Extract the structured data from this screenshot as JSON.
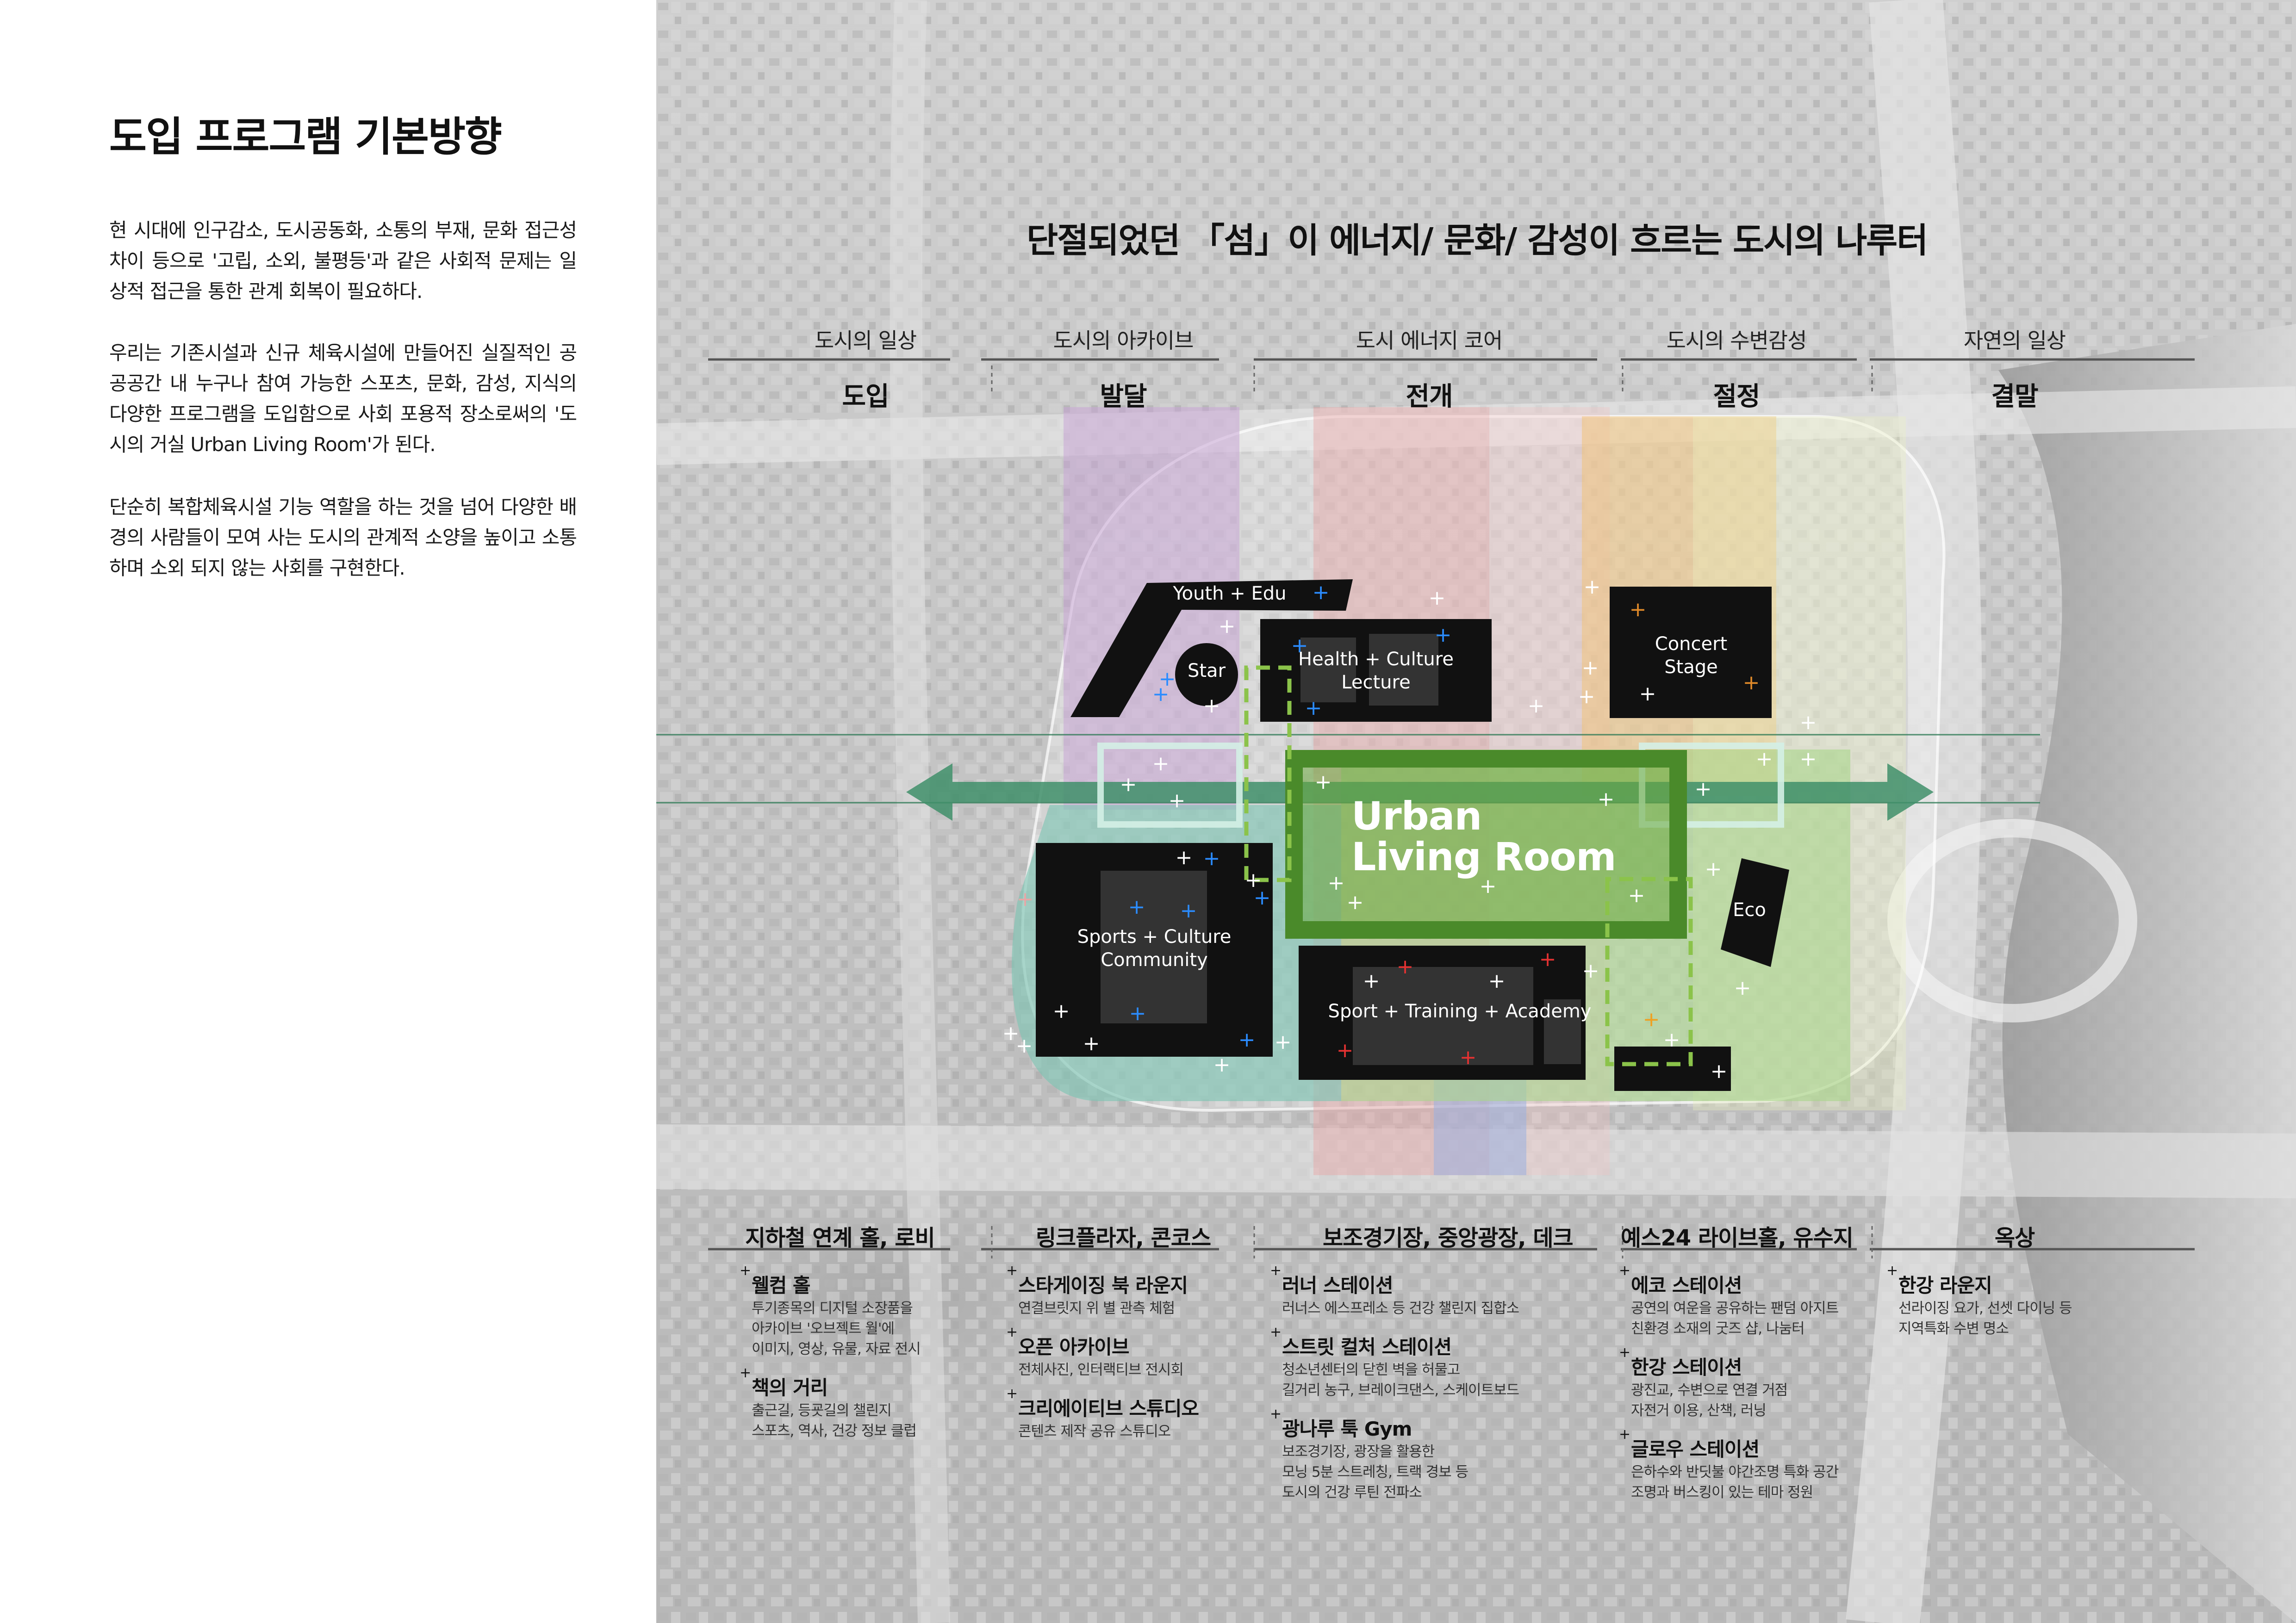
{
  "left": {
    "title": "도입 프로그램 기본방향",
    "paragraphs": [
      "현 시대에 인구감소, 도시공동화, 소통의 부재, 문화 접근성 차이 등으로 '고립, 소외, 불평등'과 같은 사회적 문제는 일상적 접근을 통한 관계 회복이 필요하다.",
      "우리는 기존시설과 신규 체육시설에 만들어진 실질적인 공공공간 내 누구나 참여 가능한 스포츠, 문화, 감성, 지식의 다양한 프로그램을 도입함으로 사회 포용적 장소로써의 '도시의 거실 Urban Living Room'가 된다.",
      "단순히 복합체육시설 기능 역할을 하는 것을 넘어 다양한 배경의 사람들이 모여 사는 도시의 관계적 소양을 높이고 소통하며 소외 되지 않는 사회를 구현한다."
    ]
  },
  "headline": "단절되었던 「섬」이 에너지/ 문화/ 감성이 흐르는 도시의 나루터",
  "phases": [
    {
      "top": "도시의 일상",
      "bottom": "도입"
    },
    {
      "top": "도시의 아카이브",
      "bottom": "발달"
    },
    {
      "top": "도시 에너지 코어",
      "bottom": "전개"
    },
    {
      "top": "도시의 수변감성",
      "bottom": "절정"
    },
    {
      "top": "자연의 일상",
      "bottom": "결말"
    }
  ],
  "buildings": {
    "youth": "Youth + Edu",
    "star": "Star",
    "health": [
      "Health + Culture",
      "Lecture"
    ],
    "concert": [
      "Concert",
      "Stage"
    ],
    "sports": [
      "Sports + Culture",
      "Community"
    ],
    "training": "Sport + Training + Academy",
    "eco": "Eco"
  },
  "urban_living_room": [
    "Urban",
    "Living Room"
  ],
  "zones": [
    {
      "heading": "지하철 연계 홀, 로비",
      "items": [
        {
          "name": "웰컴 홀",
          "desc": [
            "투기종목의 디지털 소장품을",
            "아카이브 '오브젝트 월'에",
            "이미지, 영상, 유물, 자료 전시"
          ]
        },
        {
          "name": "책의 거리",
          "desc": [
            "출근길, 등굣길의 챌린지",
            "스포츠, 역사, 건강 정보 클럽"
          ]
        }
      ]
    },
    {
      "heading": "링크플라자, 콘코스",
      "items": [
        {
          "name": "스타게이징 북 라운지",
          "desc": [
            "연결브릿지 위 별 관측 체험"
          ]
        },
        {
          "name": "오픈 아카이브",
          "desc": [
            "전체사진, 인터랙티브 전시회"
          ]
        },
        {
          "name": "크리에이티브 스튜디오",
          "desc": [
            "콘텐츠 제작 공유 스튜디오"
          ]
        }
      ]
    },
    {
      "heading": "보조경기장, 중앙광장, 데크",
      "items": [
        {
          "name": "러너 스테이션",
          "desc": [
            "러너스 에스프레소 등 건강 챌린지 집합소"
          ]
        },
        {
          "name": "스트릿 컬처 스테이션",
          "desc": [
            "청소년센터의 닫힌 벽을 허물고",
            "길거리 농구, 브레이크댄스, 스케이트보드"
          ]
        },
        {
          "name": "광나루 툭 Gym",
          "desc": [
            "보조경기장, 광장을 활용한",
            "모닝 5분 스트레칭, 트랙 경보 등",
            "도시의 건강 루틴 전파소"
          ]
        }
      ]
    },
    {
      "heading": "예스24 라이브홀, 유수지",
      "items": [
        {
          "name": "에코 스테이션",
          "desc": [
            "공연의 여운을 공유하는 팬덤 아지트",
            "친환경 소재의 굿즈 샵, 나눔터"
          ]
        },
        {
          "name": "한강 스테이션",
          "desc": [
            "광진교, 수변으로 연결 거점",
            "자전거 이용, 산책, 러닝"
          ]
        },
        {
          "name": "글로우 스테이션",
          "desc": [
            "은하수와 반딧불 야간조명 특화 공간",
            "조명과 버스킹이 있는 테마 정원"
          ]
        }
      ]
    },
    {
      "heading": "옥상",
      "items": [
        {
          "name": "한강 라운지",
          "desc": [
            "선라이징 요가, 선셋 다이닝 등",
            "지역특화 수변 명소"
          ]
        }
      ]
    }
  ],
  "colors": {
    "core_green": "#4a8a2a",
    "axis_green": "#3f8f6a",
    "zone_purple": "#c9a6d6",
    "zone_red": "#e8a6a6",
    "zone_orange": "#f0c27a",
    "zone_teal": "#7fc4b4",
    "zone_lightgreen": "#a8d58a",
    "building_black": "#111111"
  }
}
